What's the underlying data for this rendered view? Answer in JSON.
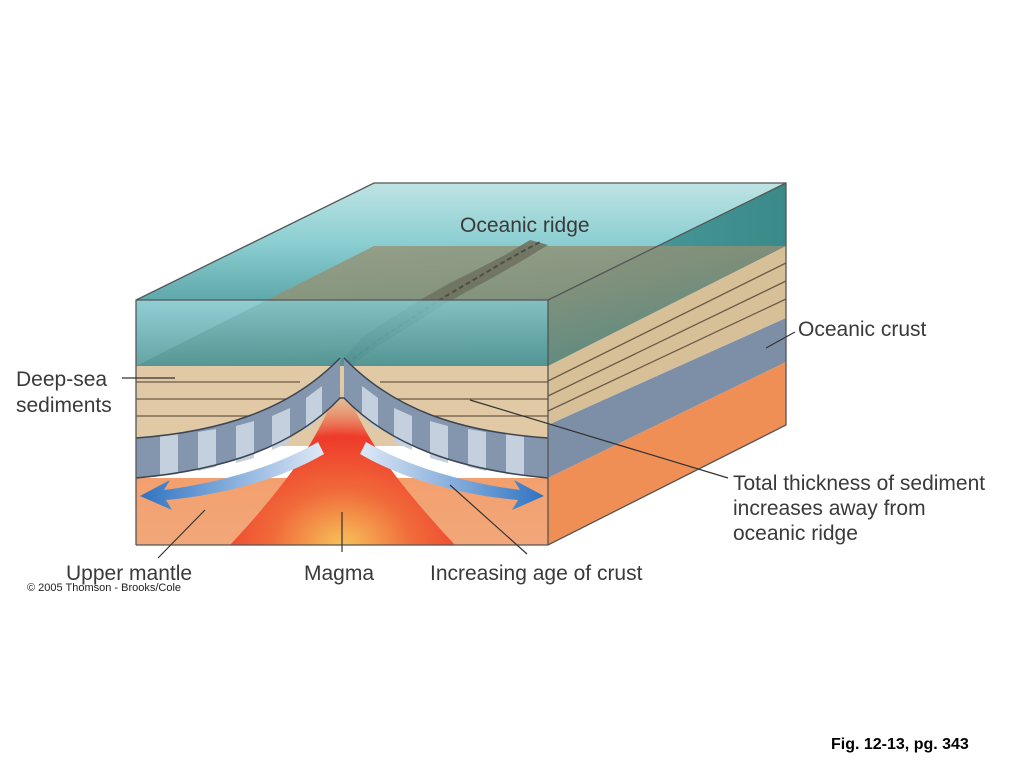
{
  "labels": {
    "oceanic_ridge": "Oceanic ridge",
    "oceanic_crust": "Oceanic crust",
    "deep_sea_line1": "Deep-sea",
    "deep_sea_line2": "sediments",
    "thickness_line1": "Total thickness of sediment",
    "thickness_line2": "increases away from",
    "thickness_line3": "oceanic ridge",
    "upper_mantle": "Upper mantle",
    "magma": "Magma",
    "increasing_age": "Increasing age of crust"
  },
  "copyright": "© 2005 Thomson - Brooks/Cole",
  "figure_caption": "Fig. 12-13, pg. 343",
  "colors": {
    "water": "#7cc3c9",
    "sediment": "#e0c9a4",
    "crust": "#8396ad",
    "mantle": "#f19a62",
    "magma_core": "#ee3a2a",
    "arrow": "#2f73c2"
  }
}
